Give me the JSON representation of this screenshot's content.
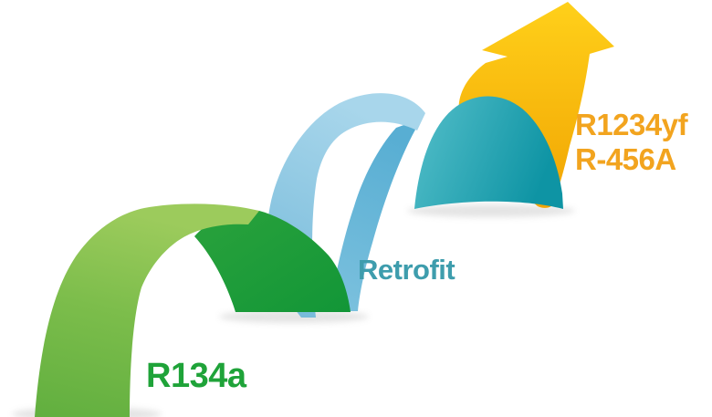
{
  "figure": {
    "type": "refrigerant-transition-diagram",
    "background": "#ffffff",
    "labels": {
      "step1": "R134a",
      "step2": "Retrofit",
      "step3_line1": "R1234yf",
      "step3_line2": "R-456A"
    },
    "label_colors": {
      "step1": "#1fa339",
      "step2": "#3e9dad",
      "step3": "#f2a41f"
    },
    "shape_colors": {
      "arch1_light_green": "#7cbd4b",
      "arch1_dark_green": "#1e9b38",
      "arch2_light_blue": "#a8d6eb",
      "arch2_mid_blue": "#5fb2d5",
      "arch3_teal": "#1297a6",
      "arrow_gold": "#ffc20e",
      "shadow": "#d9d9d9"
    }
  }
}
